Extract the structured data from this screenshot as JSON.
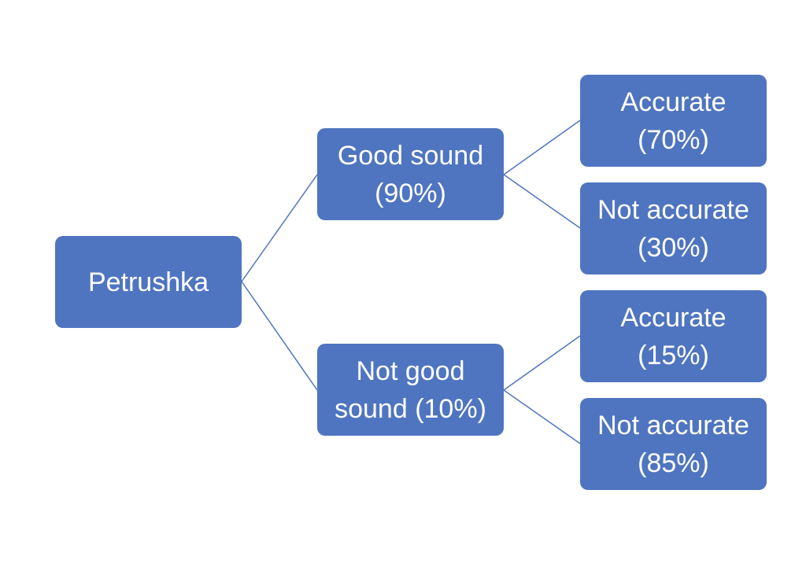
{
  "diagram": {
    "root": {
      "label": "Petrushka"
    },
    "level1": [
      {
        "label": "Good sound (90%)"
      },
      {
        "label": "Not good sound (10%)"
      }
    ],
    "level2": [
      {
        "label": "Accurate (70%)"
      },
      {
        "label": "Not accurate (30%)"
      },
      {
        "label": "Accurate (15%)"
      },
      {
        "label": "Not accurate (85%)"
      }
    ],
    "colors": {
      "node_fill": "#4f75c0",
      "node_text": "#ffffff",
      "connector": "#4f75c0"
    }
  }
}
